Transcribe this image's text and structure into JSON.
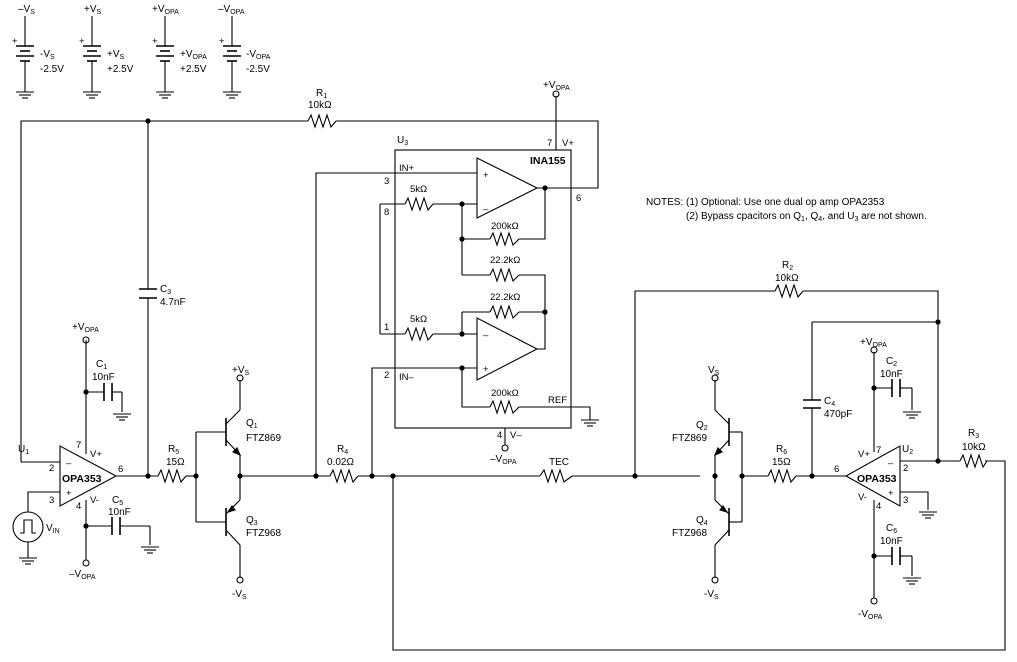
{
  "supplies": [
    {
      "top": "–V",
      "top_sub": "S",
      "label": "-V",
      "label_sub": "S",
      "value": "-2.5V"
    },
    {
      "top": "+V",
      "top_sub": "S",
      "label": "+V",
      "label_sub": "S",
      "value": "+2.5V"
    },
    {
      "top": "+V",
      "top_sub": "OPA",
      "label": "+V",
      "label_sub": "OPA",
      "value": "+2.5V"
    },
    {
      "top": "–V",
      "top_sub": "OPA",
      "label": "-V",
      "label_sub": "OPA",
      "value": "-2.5V"
    }
  ],
  "resistors": {
    "r1": {
      "name": "R",
      "sub": "1",
      "value": "10kΩ"
    },
    "r2": {
      "name": "R",
      "sub": "2",
      "value": "10kΩ"
    },
    "r3": {
      "name": "R",
      "sub": "3",
      "value": "10kΩ"
    },
    "r4": {
      "name": "R",
      "sub": "4",
      "value": "0.02Ω"
    },
    "r5": {
      "name": "R",
      "sub": "5",
      "value": "15Ω"
    },
    "r6": {
      "name": "R",
      "sub": "6",
      "value": "15Ω"
    }
  },
  "capacitors": {
    "c1": {
      "name": "C",
      "sub": "1",
      "value": "10nF"
    },
    "c2": {
      "name": "C",
      "sub": "2",
      "value": "10nF"
    },
    "c3": {
      "name": "C",
      "sub": "3",
      "value": "4.7nF"
    },
    "c4": {
      "name": "C",
      "sub": "4",
      "value": "470pF"
    },
    "c5": {
      "name": "C",
      "sub": "5",
      "value": "10nF"
    },
    "c6": {
      "name": "C",
      "sub": "6",
      "value": "10nF"
    }
  },
  "transistors": {
    "q1": {
      "name": "Q",
      "sub": "1",
      "part": "FTZ869"
    },
    "q2": {
      "name": "Q",
      "sub": "2",
      "part": "FTZ869"
    },
    "q3": {
      "name": "Q",
      "sub": "3",
      "part": "FTZ968"
    },
    "q4": {
      "name": "Q",
      "sub": "4",
      "part": "FTZ968"
    }
  },
  "opamps": {
    "u1": {
      "name": "U",
      "sub": "1",
      "part": "OPA353",
      "pin_inv": "2",
      "pin_noninv": "3",
      "pin_out": "6",
      "pin_vp": "7",
      "pin_vn": "4",
      "vp_label": "V+",
      "vn_label": "V-"
    },
    "u2": {
      "name": "U",
      "sub": "2",
      "part": "OPA353",
      "pin_inv": "2",
      "pin_noninv": "3",
      "pin_out": "6",
      "pin_vp": "7",
      "pin_vn": "4",
      "vp_label": "V+",
      "vn_label": "V-"
    }
  },
  "ina": {
    "name": "U",
    "sub": "3",
    "part": "INA155",
    "in_plus": "IN+",
    "in_minus": "IN–",
    "ref": "REF",
    "vplus": "V+",
    "vminus": "V–",
    "pin_vp": "7",
    "pin_out": "6",
    "pin_inp": "3",
    "pin_rg1": "8",
    "pin_rg2": "1",
    "pin_inm": "2",
    "pin_vm": "4",
    "r_in_top": "5kΩ",
    "r_fb_top": "200kΩ",
    "r_mid_a": "22.2kΩ",
    "r_mid_b": "22.2kΩ",
    "r_in_bot": "5kΩ",
    "r_ref": "200kΩ"
  },
  "rails": {
    "vopa_pos": {
      "t": "+V",
      "s": "OPA"
    },
    "vopa_neg": {
      "t": "–V",
      "s": "OPA"
    },
    "neg_vopa": {
      "t": "-V",
      "s": "OPA"
    },
    "vs_pos": {
      "t": "+V",
      "s": "S"
    },
    "vs": {
      "t": "V",
      "s": "S"
    },
    "neg_vs": {
      "t": "-V",
      "s": "S"
    }
  },
  "vin": {
    "t": "V",
    "s": "IN"
  },
  "tec_label": "TEC",
  "notes": {
    "line1": "NOTES: (1) Optional: Use one dual op amp OPA2353",
    "line2_a": "(2) Bypass cpacitors on Q",
    "line2_q1": "1",
    "line2_b": ", Q",
    "line2_q4": "4",
    "line2_c": ", and U",
    "line2_u3": "3",
    "line2_d": " are not shown."
  }
}
